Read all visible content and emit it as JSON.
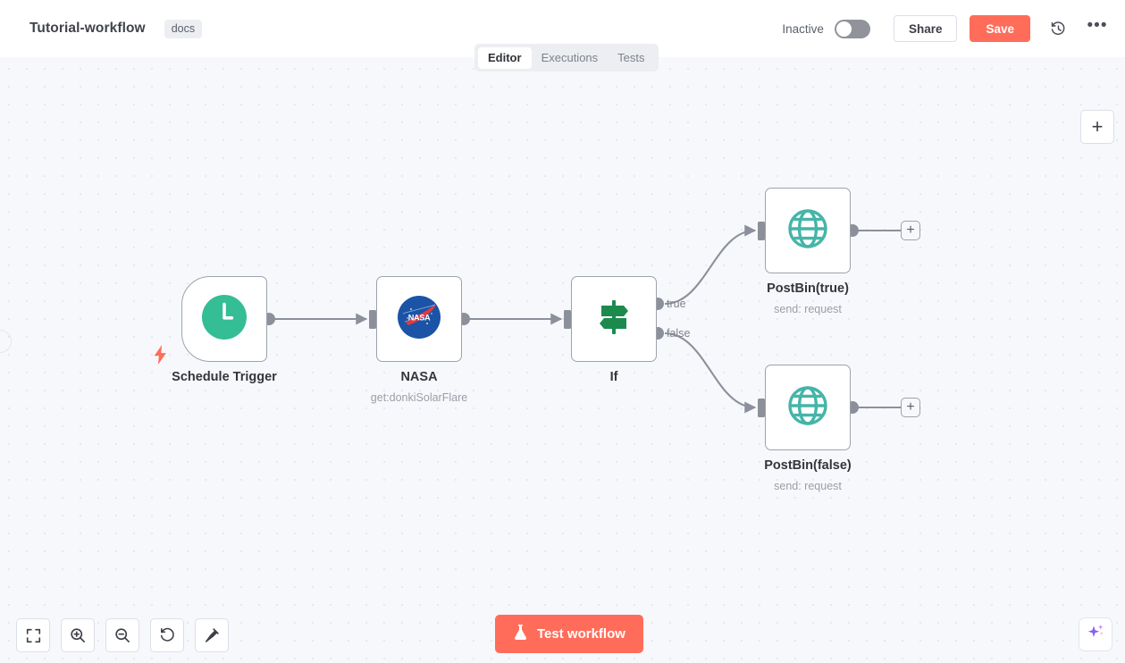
{
  "header": {
    "workflow_title": "Tutorial-workflow",
    "docs_tag": "docs",
    "activation_label": "Inactive",
    "share_label": "Share",
    "save_label": "Save",
    "history_icon": "history-icon",
    "more_icon": "ellipsis-icon",
    "accent_color": "#ff6d5a"
  },
  "tabs": [
    {
      "label": "Editor",
      "active": true
    },
    {
      "label": "Executions",
      "active": false
    },
    {
      "label": "Tests",
      "active": false
    }
  ],
  "canvas": {
    "add_node_label": "+",
    "background_color": "#f7f8fb"
  },
  "nodes": [
    {
      "id": "schedule-trigger",
      "name": "Schedule Trigger",
      "subtitle": "",
      "icon": "clock-icon",
      "icon_color": "#35bd95",
      "type": "trigger"
    },
    {
      "id": "nasa",
      "name": "NASA",
      "subtitle": "get:donkiSolarFlare",
      "icon": "nasa-logo-icon",
      "icon_color": "#1b53a6",
      "type": "action"
    },
    {
      "id": "if",
      "name": "If",
      "subtitle": "",
      "icon": "signpost-icon",
      "icon_color": "#1c8a4d",
      "type": "condition",
      "outputs": [
        "true",
        "false"
      ]
    },
    {
      "id": "postbin-true",
      "name": "PostBin(true)",
      "subtitle": "send: request",
      "icon": "globe-icon",
      "icon_color": "#45b5a8",
      "type": "action"
    },
    {
      "id": "postbin-false",
      "name": "PostBin(false)",
      "subtitle": "send: request",
      "icon": "globe-icon",
      "icon_color": "#45b5a8",
      "type": "action"
    }
  ],
  "connection_labels": {
    "true": "true",
    "false": "false"
  },
  "endpoints": {
    "add_label": "+"
  },
  "toolbar": {
    "zoom_to_fit": "zoom-to-fit-icon",
    "zoom_in": "zoom-in-icon",
    "zoom_out": "zoom-out-icon",
    "reset_zoom": "reset-zoom-icon",
    "tidy_up": "tidy-up-icon"
  },
  "test_button": {
    "label": "Test workflow",
    "icon": "flask-icon"
  },
  "ai_button": {
    "icon": "ai-sparkle-icon"
  }
}
